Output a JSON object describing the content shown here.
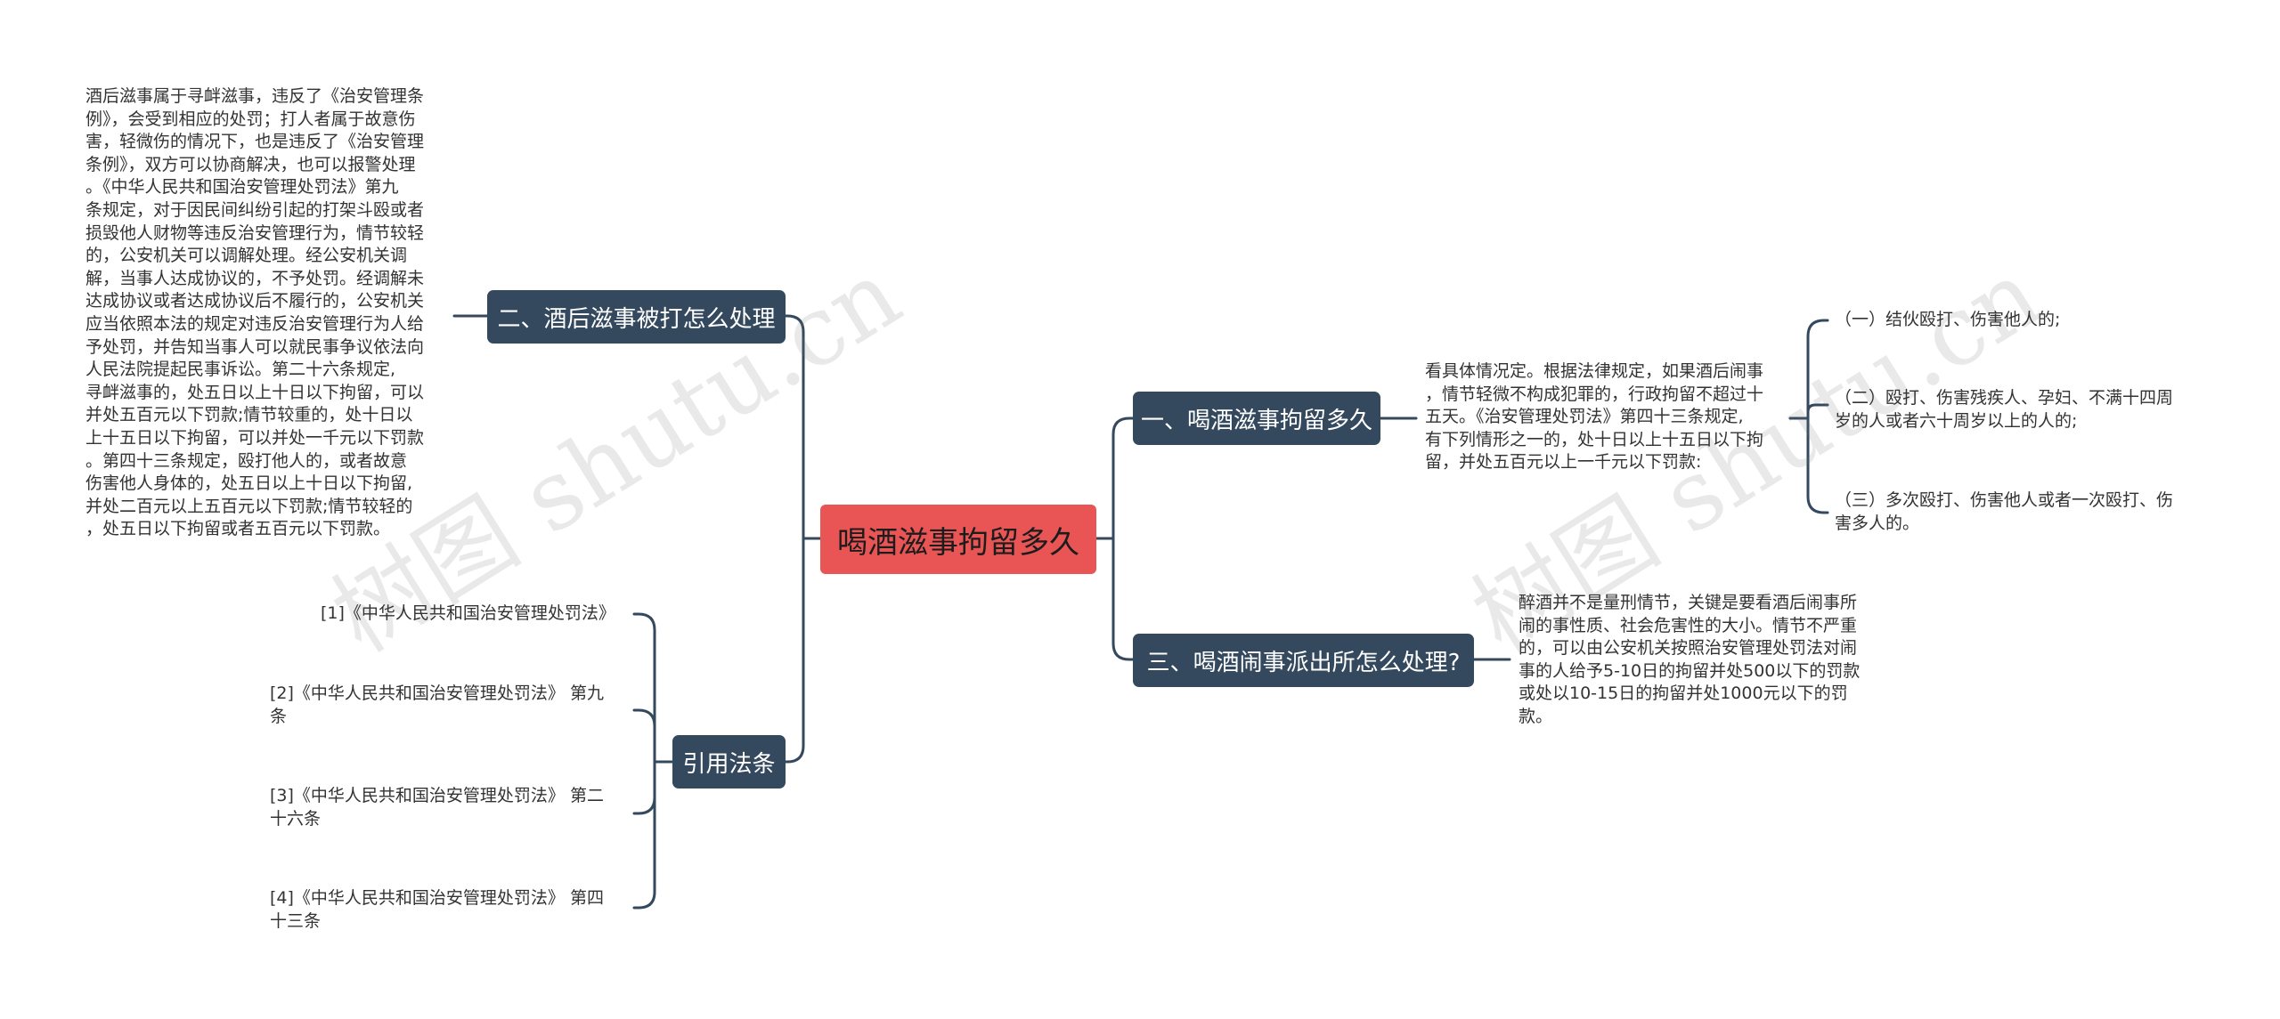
{
  "root": {
    "title": "喝酒滋事拘留多久"
  },
  "topics": {
    "t1": "一、喝酒滋事拘留多久",
    "t2": "二、酒后滋事被打怎么处理",
    "t3": "三、喝酒闹事派出所怎么处理?",
    "t4": "引用法条"
  },
  "leaves": {
    "t1_detail": "看具体情况定。根据法律规定，如果酒后闹事\n，情节轻微不构成犯罪的，行政拘留不超过十\n五天。《治安管理处罚法》第四十三条规定,\n有下列情形之一的，处十日以上十五日以下拘\n留，并处五百元以上一千元以下罚款:",
    "t1_sub1": "（一）结伙殴打、伤害他人的;",
    "t1_sub2": "（二）殴打、伤害残疾人、孕妇、不满十四周\n岁的人或者六十周岁以上的人的;",
    "t1_sub3": "（三）多次殴打、伤害他人或者一次殴打、伤\n害多人的。",
    "t2_detail": "酒后滋事属于寻衅滋事，违反了《治安管理条\n例》，会受到相应的处罚；打人者属于故意伤\n害，轻微伤的情况下，也是违反了《治安管理\n条例》，双方可以协商解决，也可以报警处理\n。《中华人民共和国治安管理处罚法》第九\n条规定，对于因民间纠纷引起的打架斗殴或者\n损毁他人财物等违反治安管理行为，情节较轻\n的，公安机关可以调解处理。经公安机关调\n解，当事人达成协议的，不予处罚。经调解未\n达成协议或者达成协议后不履行的，公安机关\n应当依照本法的规定对违反治安管理行为人给\n予处罚，并告知当事人可以就民事争议依法向\n人民法院提起民事诉讼。第二十六条规定,\n寻衅滋事的，处五日以上十日以下拘留，可以\n并处五百元以下罚款;情节较重的，处十日以\n上十五日以下拘留，可以并处一千元以下罚款\n。第四十三条规定，殴打他人的，或者故意\n伤害他人身体的，处五日以上十日以下拘留,\n并处二百元以上五百元以下罚款;情节较轻的\n，处五日以下拘留或者五百元以下罚款。",
    "t3_detail": "醉酒并不是量刑情节，关键是要看酒后闹事所\n闹的事性质、社会危害性的大小。情节不严重\n的，可以由公安机关按照治安管理处罚法对闹\n事的人给予5-10日的拘留并处500以下的罚款\n或处以10-15日的拘留并处1000元以下的罚\n款。",
    "ref1": "[1]《中华人民共和国治安管理处罚法》",
    "ref2": "[2]《中华人民共和国治安管理处罚法》 第九\n条",
    "ref3": "[3]《中华人民共和国治安管理处罚法》 第二\n十六条",
    "ref4": "[4]《中华人民共和国治安管理处罚法》 第四\n十三条"
  },
  "watermark": [
    "树图 shutu.cn",
    "树图 shutu.cn"
  ],
  "colors": {
    "root": "#e95555",
    "topic": "#34495e",
    "line": "#34495e"
  }
}
